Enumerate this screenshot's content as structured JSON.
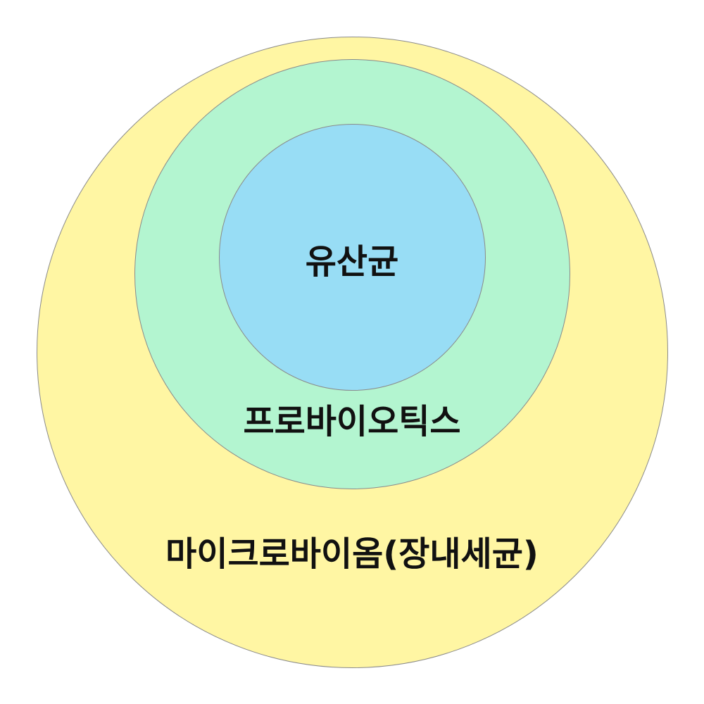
{
  "diagram": {
    "outer": {
      "label": "마이크로바이옴(장내세균)",
      "fill": "#FFF6A3"
    },
    "middle": {
      "label": "프로바이오틱스",
      "fill": "#B3F5D0"
    },
    "inner": {
      "label": "유산균",
      "fill": "#98DDF5"
    },
    "stroke": "#8A8A8A"
  }
}
